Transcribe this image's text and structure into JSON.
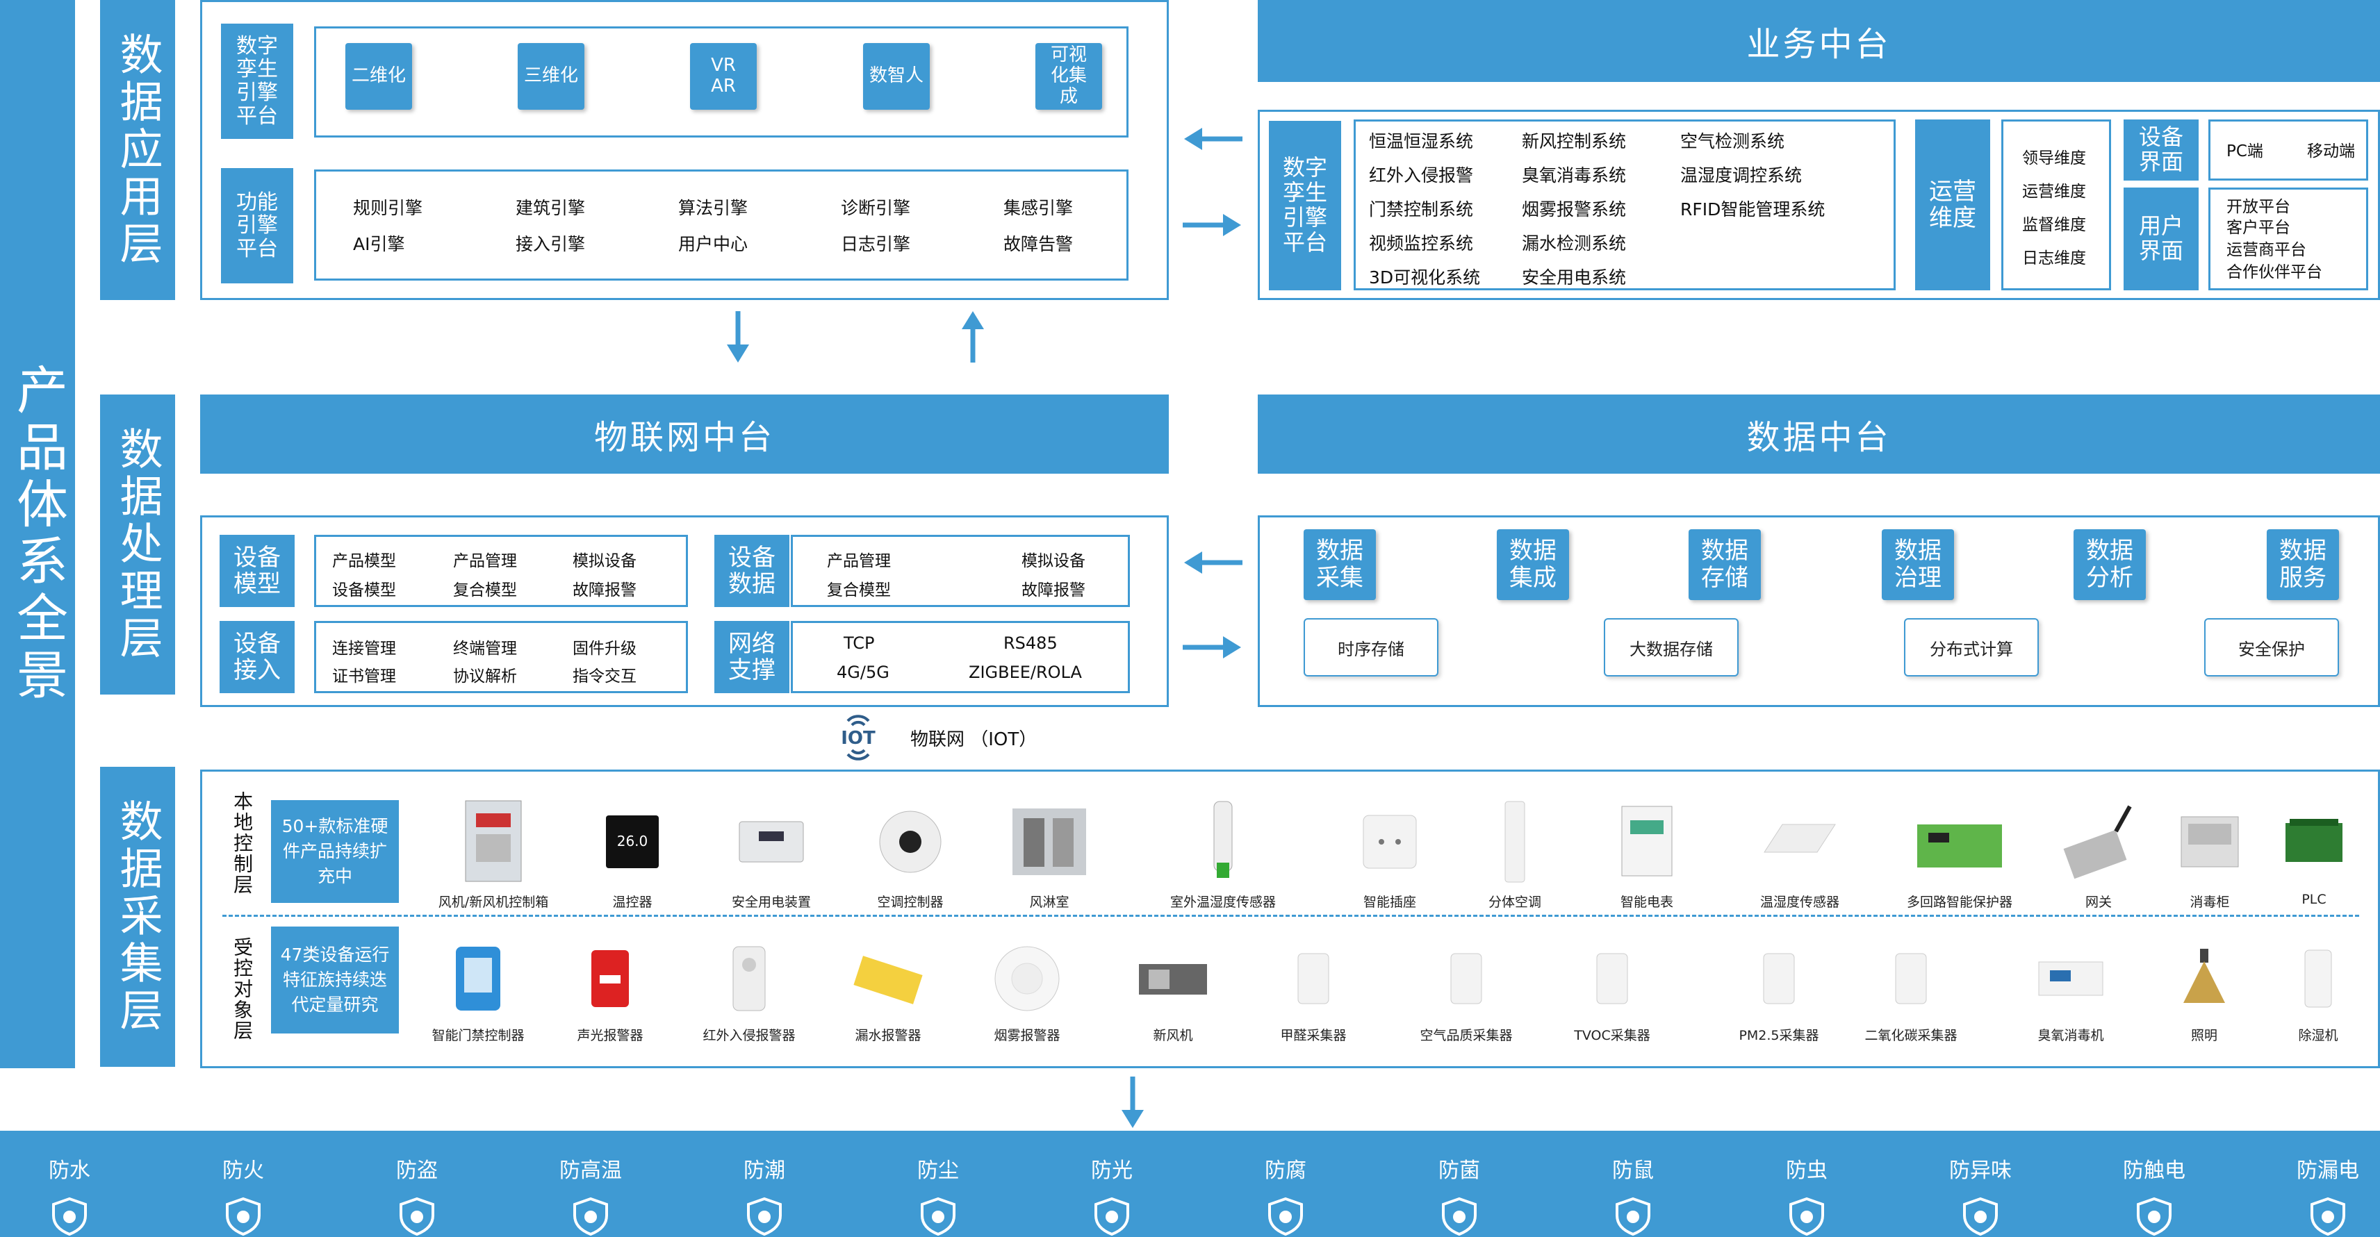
{
  "left_title": "产品体系全景",
  "layers": {
    "app": "数据应用层",
    "process": "数据处理层",
    "collect": "数据采集层"
  },
  "twin_engine": {
    "label": "数字孪生引擎平台",
    "items": [
      "二维化",
      "三维化",
      "VR AR",
      "数智人",
      "可视化集成"
    ]
  },
  "func_engine": {
    "label": "功能引擎平台",
    "row1": [
      "规则引擎",
      "建筑引擎",
      "算法引擎",
      "诊断引擎",
      "集感引擎"
    ],
    "row2": [
      "AI引擎",
      "接入引擎",
      "用户中心",
      "日志引擎",
      "故障告警"
    ]
  },
  "business": {
    "title": "业务中台",
    "twin_label": "数字孪生引擎平台",
    "col1": [
      "恒温恒湿系统",
      "红外入侵报警",
      "门禁控制系统",
      "视频监控系统",
      "3D可视化系统"
    ],
    "col2": [
      "新风控制系统",
      "臭氧消毒系统",
      "烟雾报警系统",
      "漏水检测系统",
      "安全用电系统"
    ],
    "col3": [
      "空气检测系统",
      "温湿度调控系统",
      "RFID智能管理系统"
    ],
    "ops_label": "运营维度",
    "ops_items": [
      "领导维度",
      "运营维度",
      "监督维度",
      "日志维度"
    ],
    "device_ui_label": "设备界面",
    "device_ui_items": [
      "PC端",
      "移动端"
    ],
    "user_ui_label": "用户界面",
    "user_ui_items": [
      "开放平台",
      "客户平台",
      "运营商平台",
      "合作伙伴平台"
    ]
  },
  "iot_platform": {
    "title": "物联网中台",
    "dev_model": {
      "label": "设备模型",
      "row1": [
        "产品模型",
        "产品管理",
        "模拟设备"
      ],
      "row2": [
        "设备模型",
        "复合模型",
        "故障报警"
      ]
    },
    "dev_access": {
      "label": "设备接入",
      "row1": [
        "连接管理",
        "终端管理",
        "固件升级"
      ],
      "row2": [
        "证书管理",
        "协议解析",
        "指令交互"
      ]
    },
    "dev_data": {
      "label": "设备数据",
      "row1": [
        "产品管理",
        "模拟设备"
      ],
      "row2": [
        "复合模型",
        "故障报警"
      ]
    },
    "net": {
      "label": "网络支撑",
      "row1": [
        "TCP",
        "RS485"
      ],
      "row2": [
        "4G/5G",
        "ZIGBEE/ROLA"
      ]
    }
  },
  "data_platform": {
    "title": "数据中台",
    "buttons": [
      "数据采集",
      "数据集成",
      "数据存储",
      "数据治理",
      "数据分析",
      "数据服务"
    ],
    "boxes": [
      "时序存储",
      "大数据存储",
      "分布式计算",
      "安全保护"
    ]
  },
  "iot_logo": {
    "mark": "IOT",
    "text": "物联网 （IOT）"
  },
  "collect": {
    "local_label": "本地控制层",
    "local_note": "50+款标准硬件产品持续扩充中",
    "local_devices": [
      "风机/新风机控制箱",
      "温控器",
      "安全用电装置",
      "空调控制器",
      "风淋室",
      "室外温湿度传感器",
      "智能插座",
      "分体空调",
      "智能电表",
      "温湿度传感器",
      "多回路智能保护器",
      "网关",
      "消毒柜",
      "PLC"
    ],
    "target_label": "受控对象层",
    "target_note": "47类设备运行特征族持续迭代定量研究",
    "target_devices": [
      "智能门禁控制器",
      "声光报警器",
      "红外入侵报警器",
      "漏水报警器",
      "烟雾报警器",
      "新风机",
      "甲醛采集器",
      "空气品质采集器",
      "TVOC采集器",
      "PM2.5采集器",
      "二氧化碳采集器",
      "臭氧消毒机",
      "照明",
      "除湿机"
    ]
  },
  "protections": [
    {
      "label": "防水",
      "icon": "water-drops-icon"
    },
    {
      "label": "防火",
      "icon": "flame-icon"
    },
    {
      "label": "防盗",
      "icon": "lock-shield-icon"
    },
    {
      "label": "防高温",
      "icon": "heat-waves-icon"
    },
    {
      "label": "防潮",
      "icon": "drop-shield-icon"
    },
    {
      "label": "防尘",
      "icon": "dust-shield-icon"
    },
    {
      "label": "防光",
      "icon": "sun-shield-icon"
    },
    {
      "label": "防腐",
      "icon": "corrosion-shield-icon"
    },
    {
      "label": "防菌",
      "icon": "germ-shield-icon"
    },
    {
      "label": "防鼠",
      "icon": "mouse-shield-icon"
    },
    {
      "label": "防虫",
      "icon": "bug-shield-icon"
    },
    {
      "label": "防异味",
      "icon": "odor-shield-icon"
    },
    {
      "label": "防触电",
      "icon": "bolt-shield-icon"
    },
    {
      "label": "防漏电",
      "icon": "leak-gauge-icon"
    }
  ],
  "colors": {
    "primary": "#3f9ad3",
    "dark": "#2f7fb5"
  }
}
